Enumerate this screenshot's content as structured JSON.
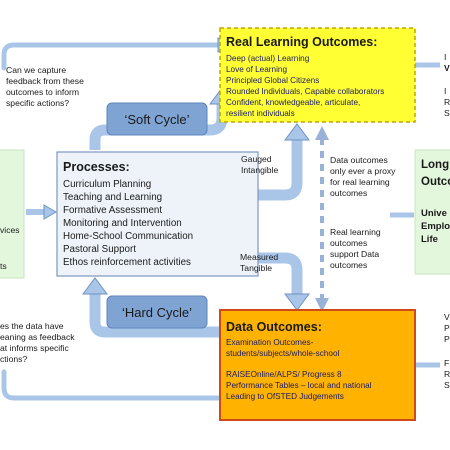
{
  "left_question_top": [
    "Can we capture",
    "feedback from these",
    "outcomes to inform",
    "specific actions?"
  ],
  "left_question_bottom": [
    "es the data have",
    "eaning as feedback",
    "at informs specific",
    "ctions?"
  ],
  "left_partial_box": [
    "vices",
    "ts"
  ],
  "real_learning": {
    "title": "Real Learning Outcomes:",
    "items": [
      "Deep (actual) Learning",
      "Love of Learning",
      "Principled Global Citizens",
      "Rounded Individuals, Capable collaborators",
      "Confident, knowledgeable, articulate,",
      "resilient individuals"
    ]
  },
  "processes": {
    "title": "Processes:",
    "items": [
      "Curriculum Planning",
      "Teaching and Learning",
      "Formative Assessment",
      "Monitoring and Intervention",
      "Home-School Communication",
      "Pastoral Support",
      "Ethos reinforcement activities"
    ]
  },
  "data_outcomes": {
    "title": "Data Outcomes:",
    "lines_a": [
      "Examination Outcomes-",
      "students/subjects/whole-school"
    ],
    "lines_b": [
      "RAISEOnline/ALPS/ Progress 8",
      "Performance Tables – local and national",
      "Leading to OfSTED Judgements"
    ]
  },
  "soft_cycle": "‘Soft Cycle’",
  "hard_cycle": "‘Hard Cycle’",
  "gauged": [
    "Gauged",
    "Intangible"
  ],
  "measured": [
    "Measured",
    "Tangible"
  ],
  "proxy_note": [
    "Data outcomes",
    "only ever a proxy",
    "for real learning",
    "outcomes"
  ],
  "support_note": [
    "Real learning",
    "outcomes",
    "support Data",
    "outcomes"
  ],
  "long_term": {
    "title": [
      "Long",
      "Outco"
    ],
    "items": [
      "Unive",
      "Emplo",
      "Life"
    ]
  },
  "right_top_fragments": [
    "I",
    "V",
    "I",
    "R",
    "S"
  ],
  "right_bottom_fragments": [
    "V",
    "P",
    "P",
    "F",
    "R",
    "S"
  ],
  "colors": {
    "yellow": "#ffff33",
    "orange": "#ffb300",
    "orange_border": "#d04a18",
    "process_fill": "#eef3fa",
    "blue_arrow": "#a9c6e8",
    "arrow_border": "#6f92c4",
    "green": "#e3f7dc",
    "cycle_label": "#7fa4d4"
  }
}
